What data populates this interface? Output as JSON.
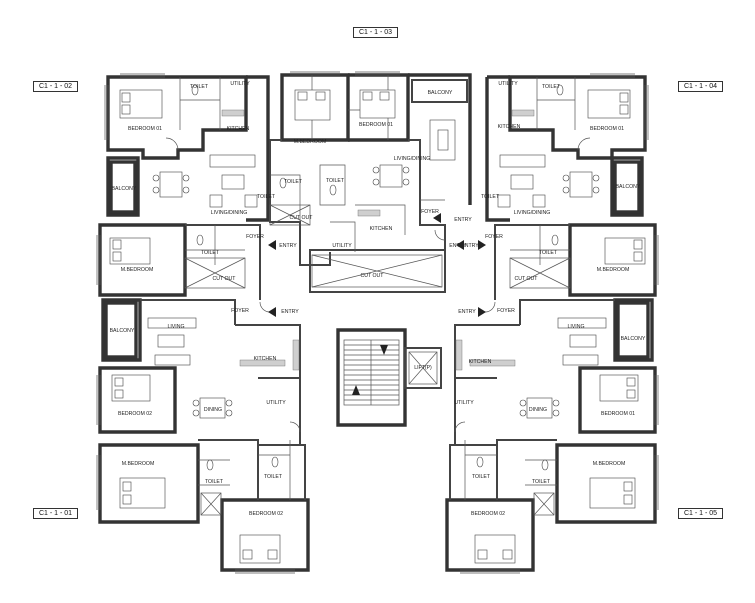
{
  "unit_tags": {
    "top": "C1 - 1 - 03",
    "left_upper": "C1 - 1 - 02",
    "right_upper": "C1 - 1 - 04",
    "left_lower": "C1 - 1 - 01",
    "right_lower": "C1 - 1 - 05"
  },
  "rooms": {
    "tl_bedroom01": "BEDROOM 01",
    "tl_toilet": "TOILET",
    "tl_utility": "UTILITY",
    "tl_kitchen": "KITCHEN",
    "tl_balcony": "BALCONY",
    "tl_living": "LIVING/DINING",
    "tl_toilet2": "TOILET",
    "tl_mbed": "M.BEDROOM",
    "tl_toilet3": "TOILET",
    "tl_foyer": "FOYER",
    "tl_entry": "ENTRY",
    "tl_cutout": "CUT OUT",
    "t_mbed": "M.BEDROOM",
    "t_bed01": "BEDROOM 01",
    "t_balcony": "BALCONY",
    "t_living": "LIVING/DINING",
    "t_toilet": "TOILET",
    "t_toilet2": "TOILET",
    "t_kitchen": "KITCHEN",
    "t_utility": "UTILITY",
    "t_cutout": "CUT OUT",
    "t_foyer": "FOYER",
    "t_entry_l": "ENTRY",
    "t_entry_r": "ENTRY",
    "c_cutout": "CUT OUT",
    "tr_utility": "UTILITY",
    "tr_toilet": "TOILET",
    "tr_bedroom01": "BEDROOM 01",
    "tr_kitchen": "KITCHEN",
    "tr_balcony": "BALCONY",
    "tr_living": "LIVING/DINING",
    "tr_toilet2": "TOILET",
    "tr_mbed": "M.BEDROOM",
    "tr_toilet3": "TOILET",
    "tr_foyer": "FOYER",
    "tr_entry": "ENTRY",
    "tr_cutout": "CUT OUT",
    "bl_balcony": "BALCONY",
    "bl_living": "LIVING",
    "bl_foyer": "FOYER",
    "bl_entry": "ENTRY",
    "bl_kitchen": "KITCHEN",
    "bl_bed02": "BEDROOM 02",
    "bl_dining": "DINING",
    "bl_utility": "UTILITY",
    "bl_mbed": "M.BEDROOM",
    "bl_toilet": "TOILET",
    "bl_toilet2": "TOILET",
    "bl_bed02b": "BEDROOM 02",
    "lift": "LIFT(P)",
    "br_foyer": "FOYER",
    "br_entry": "ENTRY",
    "br_living": "LIVING",
    "br_balcony": "BALCONY",
    "br_kitchen": "KITCHEN",
    "br_bed01": "BEDROOM 01",
    "br_dining": "DINING",
    "br_utility": "UTILITY",
    "br_mbed": "M.BEDROOM",
    "br_toilet": "TOILET",
    "br_toilet2": "TOILET",
    "br_bed02": "BEDROOM 02"
  }
}
